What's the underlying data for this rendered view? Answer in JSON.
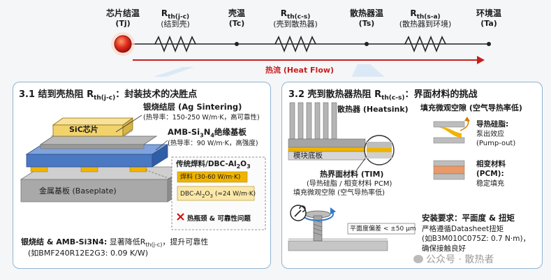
{
  "flow": {
    "nodes": [
      {
        "label": "芯片结温",
        "sub": "(Tj)"
      },
      {
        "label": "壳温",
        "sub": "(Tc)"
      },
      {
        "label": "散热器温",
        "sub": "(Ts)"
      },
      {
        "label": "环境温",
        "sub": "(Ta)"
      }
    ],
    "resistors": [
      {
        "main": "R",
        "subscript": "th(j-c)",
        "desc": "(结到壳)"
      },
      {
        "main": "R",
        "subscript": "th(c-s)",
        "desc": "(壳到散热器)"
      },
      {
        "main": "R",
        "subscript": "th(s-a)",
        "desc": "(散热器到环境)"
      }
    ],
    "heat_flow": "热流 (Heat Flow)"
  },
  "left": {
    "title_prefix": "3.1 结到壳热阻 R",
    "title_sub": "th(j-c)",
    "title_suffix": "：封装技术的决胜点",
    "sic": "SiC芯片",
    "silver_title": "银烧结层 (Ag Sintering)",
    "silver_desc": "(热导率：150-250 W/m·K，高可靠性)",
    "amb_title_a": "AMB-Si",
    "amb_title_b": "3",
    "amb_title_c": "N",
    "amb_title_d": "4",
    "amb_title_e": "绝缘基板",
    "amb_desc": "(热导率：90 W/m·K，高强度)",
    "baseplate": "金属基板 (Baseplate)",
    "trad_title_a": "传统焊料/DBC-Al",
    "trad_title_b": "2",
    "trad_title_c": "O",
    "trad_title_d": "3",
    "solder": "焊料 (30-60 W/m·K)",
    "dbc_a": "DBC-Al",
    "dbc_b": "2",
    "dbc_c": "O",
    "dbc_d": "3",
    "dbc_e": " (≈24 W/m·K)",
    "bottleneck": "热瓶颈 & 可靠性问题",
    "summary_a": "银烧结 & AMB-Si3N4:",
    "summary_b": " 显著降低R",
    "summary_sub": "th(j-c)",
    "summary_c": "，提升可靠性",
    "summary_line2": "(如BMF240R12E2G3: 0.09 K/W)"
  },
  "right": {
    "title_prefix": "3.2 壳到散热器热阻 R",
    "title_sub": "th(c-s)",
    "title_suffix": "：界面材料的挑战",
    "heatsink": "散热器 (Heatsink)",
    "module_base": "模块底板",
    "tim_title": "热界面材料 (TIM)",
    "tim_line2": "(导热硅脂 / 相变材料 PCM)",
    "tim_line3": "填充微观空隙 (空气导热率低)",
    "fill_title": "填充微观空隙 (空气导热率低)",
    "grease_title": "导热硅脂:",
    "grease_l2": "泵出效应",
    "grease_l3": "(Pump-out)",
    "pcm_title_a": "相变材料",
    "pcm_title_b": "(PCM):",
    "pcm_l3": "稳定填充",
    "flatness": "平面度偏差 < ±50 μm",
    "install_title": "安装要求：平面度 & 扭矩",
    "install_l2": "严格遵循Datasheet扭矩",
    "install_l3": "(如B3M010C075Z: 0.7 N·m)，",
    "install_l4": "确保接触良好"
  },
  "watermark": "公众号 · 散热者",
  "colors": {
    "heat": "#c81e1e",
    "panel_border": "#8fb3d3",
    "chip": "#f2d36b",
    "ceramic": "#4a78c2",
    "base": "#a9a9a9",
    "tim": "#f0b400"
  }
}
